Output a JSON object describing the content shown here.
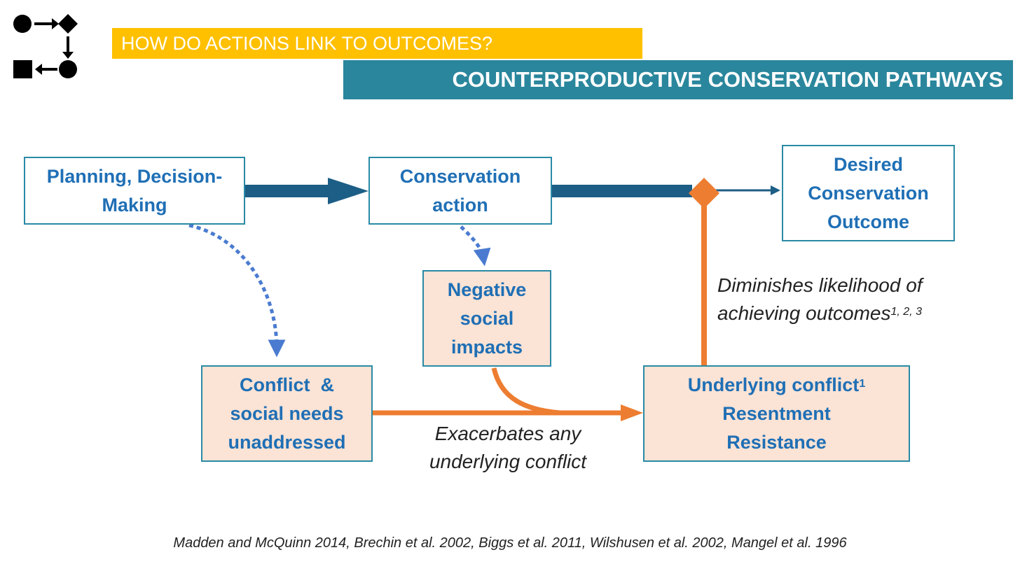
{
  "header": {
    "question": "HOW DO ACTIONS LINK TO OUTCOMES?",
    "title": "COUNTERPRODUCTIVE CONSERVATION PATHWAYS"
  },
  "colors": {
    "yellow_banner": "#ffc000",
    "teal_banner": "#2a869c",
    "box_border": "#2a8aa5",
    "box_text": "#1f6fb5",
    "peach_fill": "#fbe3d5",
    "main_arrow": "#1c5e86",
    "dotted_arrow": "#4a7bd0",
    "orange_arrow": "#ed7d31"
  },
  "logo": {
    "icons": [
      "circle-icon",
      "arrow-right-icon",
      "diamond-icon",
      "arrow-down-icon",
      "square-icon",
      "arrow-left-icon",
      "circle-icon"
    ]
  },
  "diagram": {
    "planning": {
      "line1": "Planning, Decision-",
      "line2": "Making"
    },
    "action": {
      "line1": "Conservation",
      "line2": "action"
    },
    "outcome": {
      "line1": "Desired",
      "line2": "Conservation",
      "line3": "Outcome"
    },
    "negative": {
      "line1": "Negative",
      "line2": "social",
      "line3": "impacts"
    },
    "conflict": {
      "line1": "Conflict  &",
      "line2": "social needs",
      "line3": "unaddressed"
    },
    "underlying": {
      "line1": "Underlying conflict",
      "line1_sup": "1",
      "line2": "Resentment",
      "line3": "Resistance"
    },
    "note_diminishes": {
      "line1": "Diminishes likelihood of",
      "line2": "achieving outcomes",
      "line2_sup": "1, 2, 3"
    },
    "note_exacerbates": {
      "line1": "Exacerbates any",
      "line2": "underlying conflict"
    }
  },
  "citation": "Madden and McQuinn 2014, Brechin et al. 2002, Biggs et al. 2011, Wilshusen et al. 2002, Mangel et al. 1996"
}
